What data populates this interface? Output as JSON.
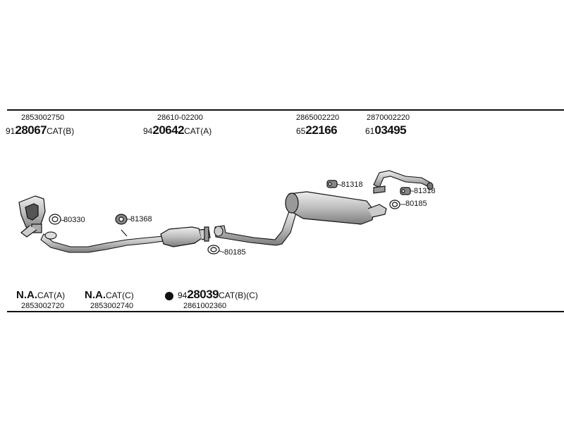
{
  "top_parts": [
    {
      "oem": "2853002750",
      "prefix": "91",
      "number": "28067",
      "suffix": "CAT(B)"
    },
    {
      "oem": "28610-02200",
      "prefix": "94",
      "number": "20642",
      "suffix": "CAT(A)"
    },
    {
      "oem": "2865002220",
      "prefix": "65",
      "number": "22166",
      "suffix": ""
    },
    {
      "oem": "2870002220",
      "prefix": "61",
      "number": "03495",
      "suffix": ""
    }
  ],
  "refs": {
    "r80330": "80330",
    "r81368": "81368",
    "r80185_mid": "80185",
    "r81318_a": "81318",
    "r81318_b": "81318",
    "r80185_right": "80185"
  },
  "bottom_parts": [
    {
      "na": "N.A.",
      "suffix": "CAT(A)",
      "oem": "2853002720"
    },
    {
      "na": "N.A.",
      "suffix": "CAT(C)",
      "oem": "2853002740"
    },
    {
      "prefix": "94",
      "number": "28039",
      "suffix": "CAT(B)(C)",
      "oem": "2861002360"
    }
  ],
  "colors": {
    "line": "#111111",
    "part_fill": "#d8d8d8",
    "part_dark": "#8a8a8a"
  }
}
